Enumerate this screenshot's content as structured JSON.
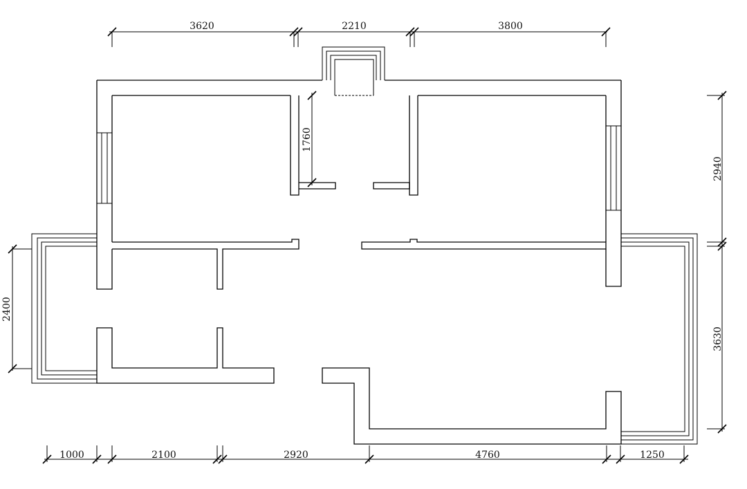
{
  "dimensions": {
    "top": [
      "3620",
      "2210",
      "3800"
    ],
    "bottom": [
      "1000",
      "2100",
      "2920",
      "4760",
      "1250"
    ],
    "left": [
      "2400"
    ],
    "right": [
      "2940",
      "3630"
    ],
    "interior": [
      "1760"
    ]
  },
  "colors": {
    "line": "#000000",
    "background": "#ffffff"
  }
}
